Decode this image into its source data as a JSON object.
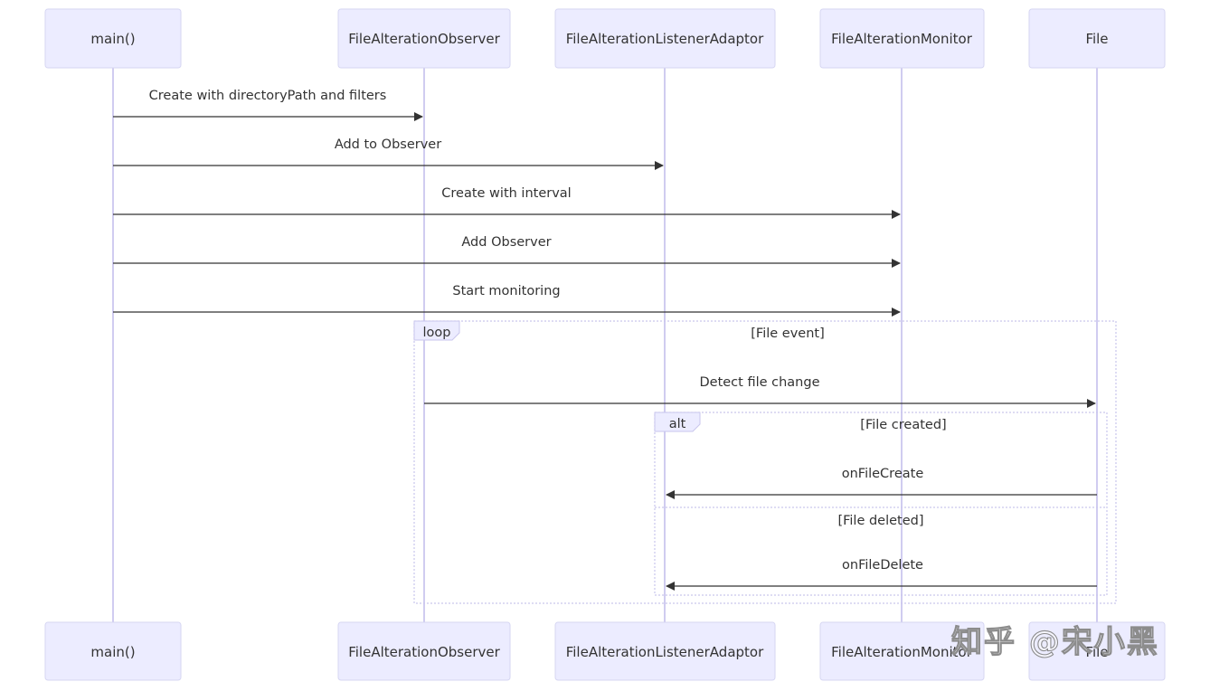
{
  "actors": [
    {
      "id": "main",
      "label": "main()"
    },
    {
      "id": "observer",
      "label": "FileAlterationObserver"
    },
    {
      "id": "adaptor",
      "label": "FileAlterationListenerAdaptor"
    },
    {
      "id": "monitor",
      "label": "FileAlterationMonitor"
    },
    {
      "id": "file",
      "label": "File"
    }
  ],
  "messages": [
    {
      "from": "main",
      "to": "observer",
      "text": "Create with directoryPath and filters"
    },
    {
      "from": "main",
      "to": "adaptor",
      "text": "Add to Observer"
    },
    {
      "from": "main",
      "to": "monitor",
      "text": "Create with interval"
    },
    {
      "from": "main",
      "to": "monitor",
      "text": "Add Observer"
    },
    {
      "from": "main",
      "to": "monitor",
      "text": "Start monitoring"
    },
    {
      "from": "observer",
      "to": "file",
      "text": "Detect file change"
    },
    {
      "from": "file",
      "to": "adaptor",
      "text": "onFileCreate"
    },
    {
      "from": "file",
      "to": "adaptor",
      "text": "onFileDelete"
    }
  ],
  "frames": {
    "loop": {
      "tag": "loop",
      "condition": "[File event]"
    },
    "alt": {
      "tag": "alt",
      "condition": "[File created]",
      "else_condition": "[File deleted]"
    }
  },
  "watermark": "知乎 @宋小黑",
  "colors": {
    "actor_fill": "#ececff",
    "actor_stroke": "#d6d6f2",
    "lifeline": "#d0ccf0",
    "arrow": "#333333",
    "frame_border": "#c9c6ec"
  }
}
